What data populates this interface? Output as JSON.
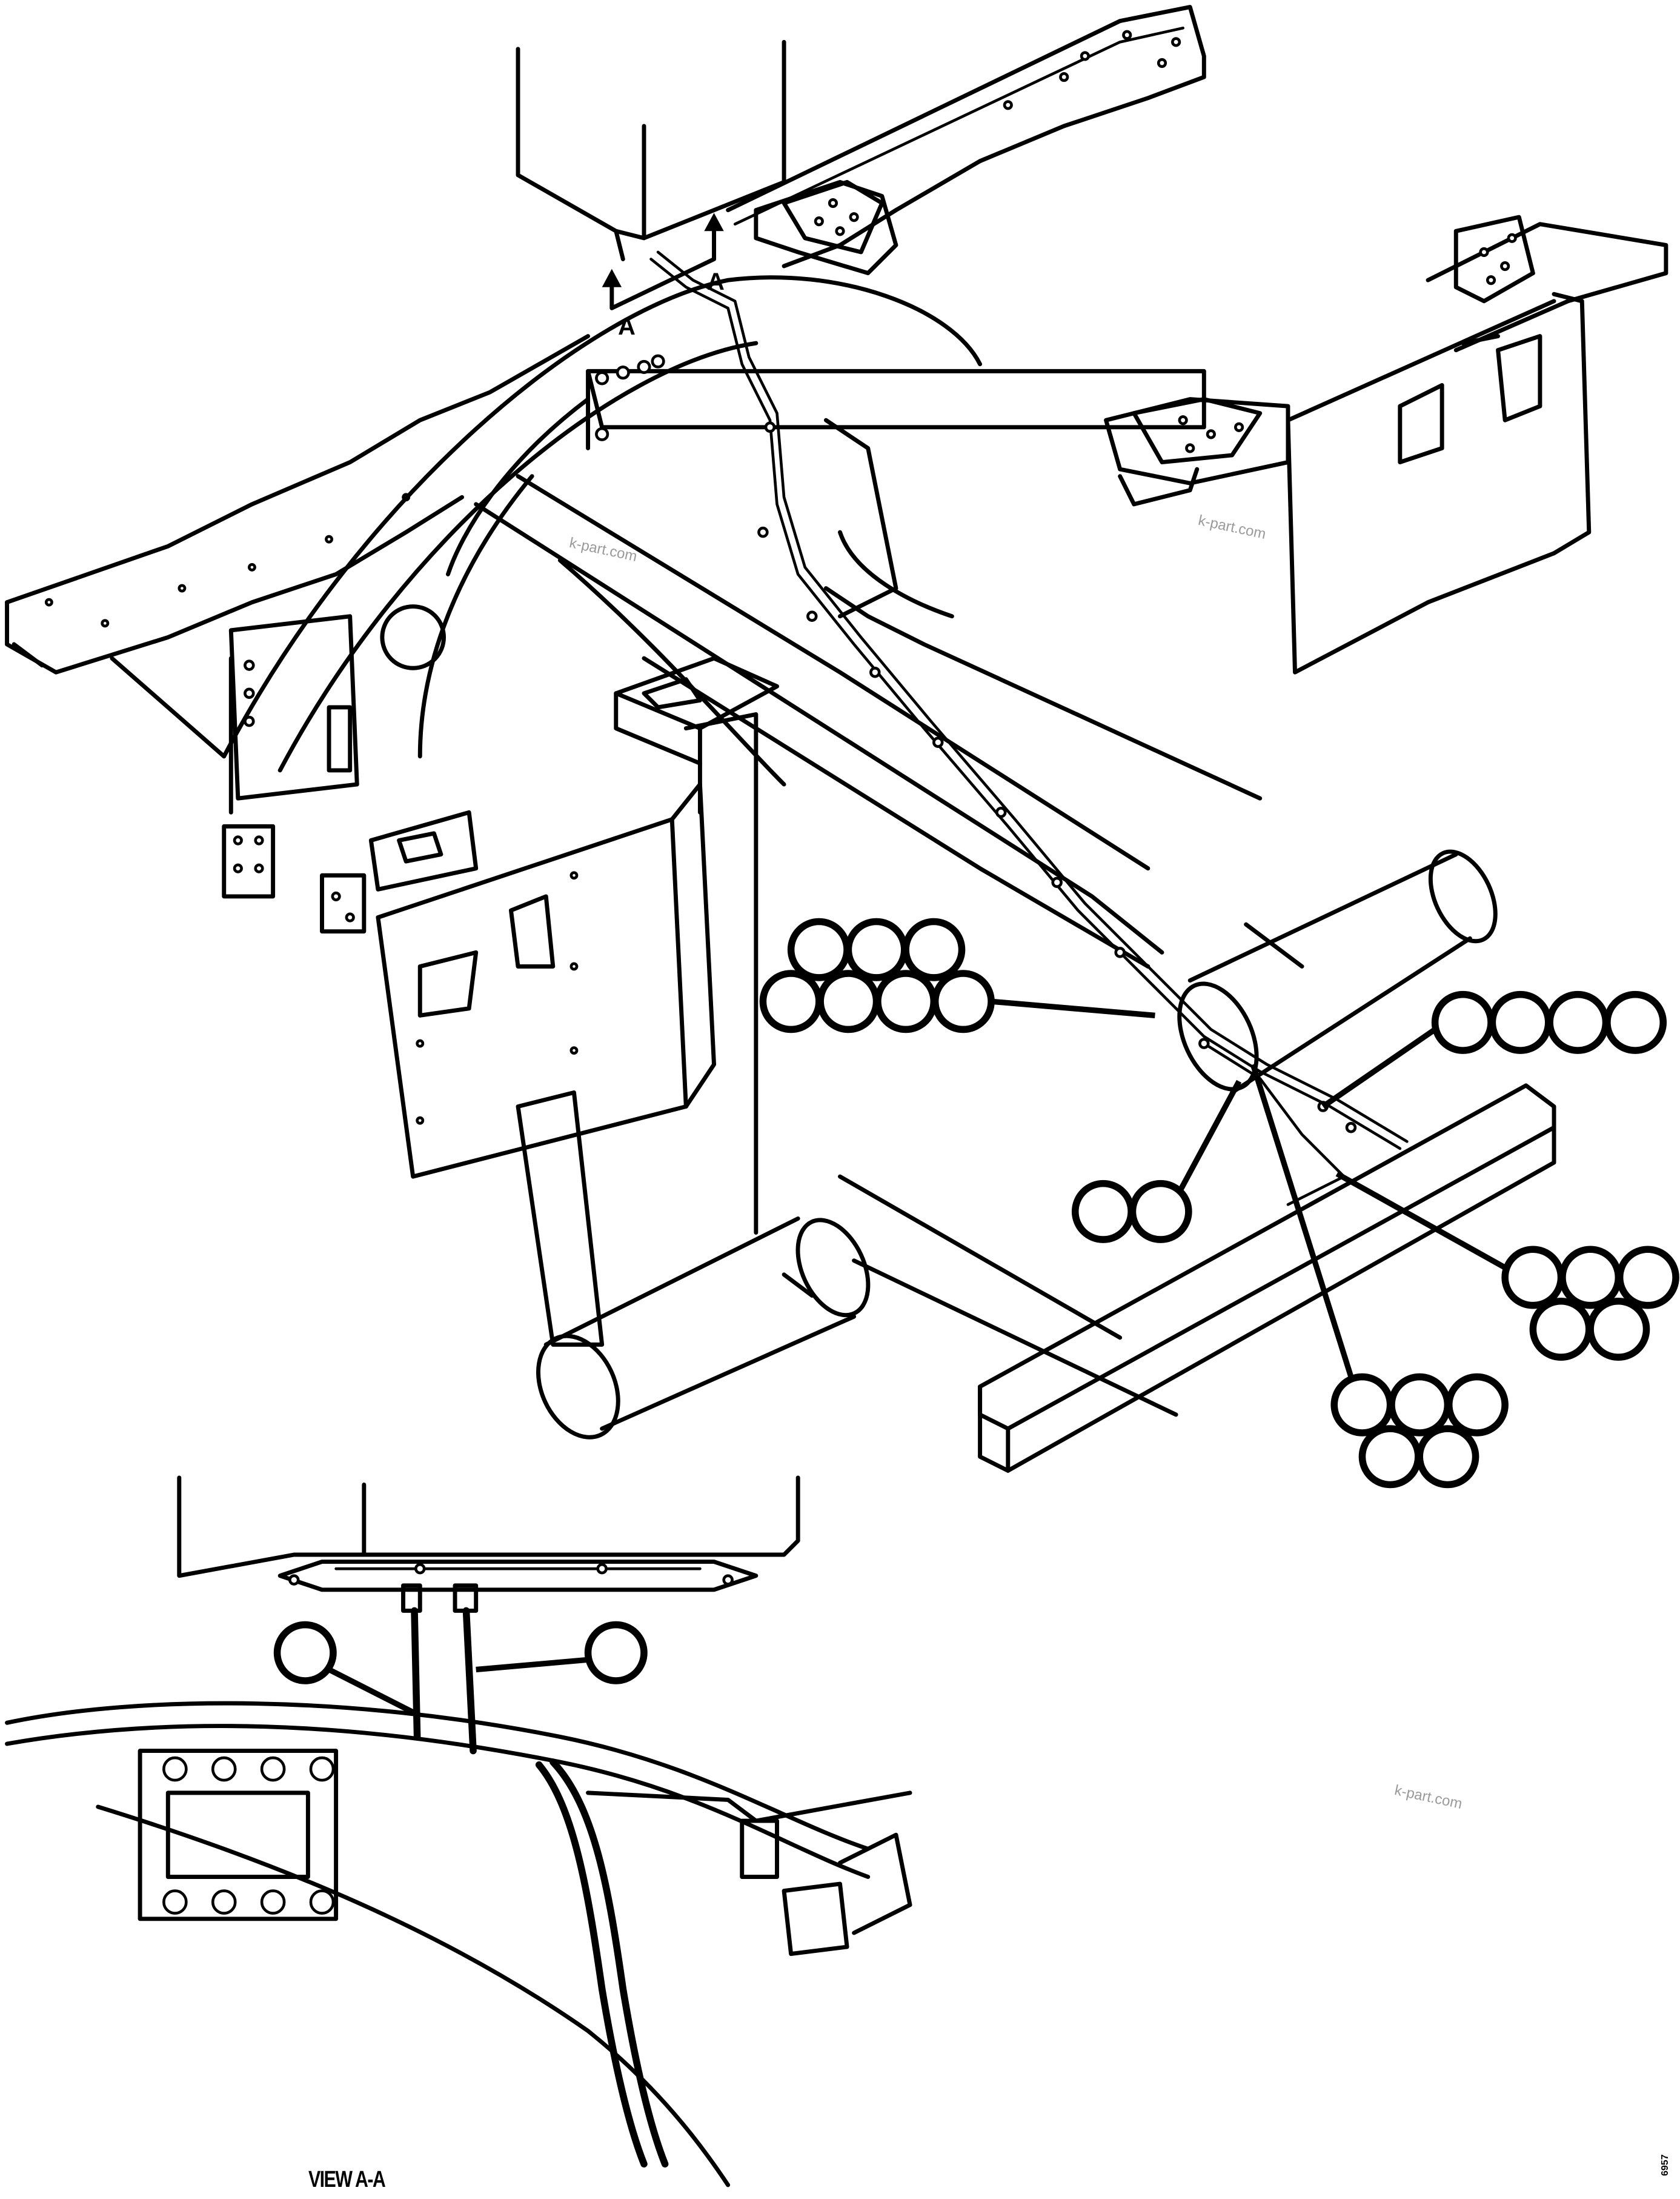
{
  "section": {
    "left_letter": "A",
    "right_letter": "A"
  },
  "watermarks": [
    "k-part.com",
    "k-part.com",
    "k-part.com"
  ],
  "view_title": "VIEW A-A",
  "sheet_number": "6957",
  "balloon_groups": [
    {
      "id": "cluster-upper-left",
      "count": 7
    },
    {
      "id": "cluster-right-row",
      "count": 4
    },
    {
      "id": "cluster-middle-pair",
      "count": 2
    },
    {
      "id": "cluster-lower-right",
      "count": 5
    },
    {
      "id": "cluster-bottom-center",
      "count": 5
    },
    {
      "id": "detail-left",
      "count": 1
    },
    {
      "id": "detail-right",
      "count": 1
    }
  ]
}
